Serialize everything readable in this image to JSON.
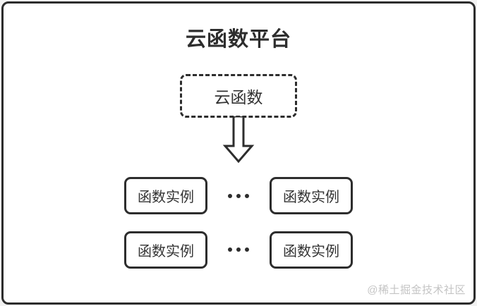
{
  "diagram": {
    "title": "云函数平台",
    "cloud_function": {
      "label": "云函数"
    },
    "instances": [
      {
        "label": "函数实例"
      },
      {
        "label": "函数实例"
      },
      {
        "label": "函数实例"
      },
      {
        "label": "函数实例"
      }
    ],
    "icons": {
      "arrow_down": "hollow-down-arrow",
      "ellipsis": "three-dots"
    },
    "watermark": "@稀土掘金技术社区",
    "colors": {
      "stroke": "#2d2d2d",
      "text": "#333333",
      "watermark": "#c4c4c4",
      "card_background": "#ffffff",
      "page_background": "#f2f2f2"
    }
  }
}
